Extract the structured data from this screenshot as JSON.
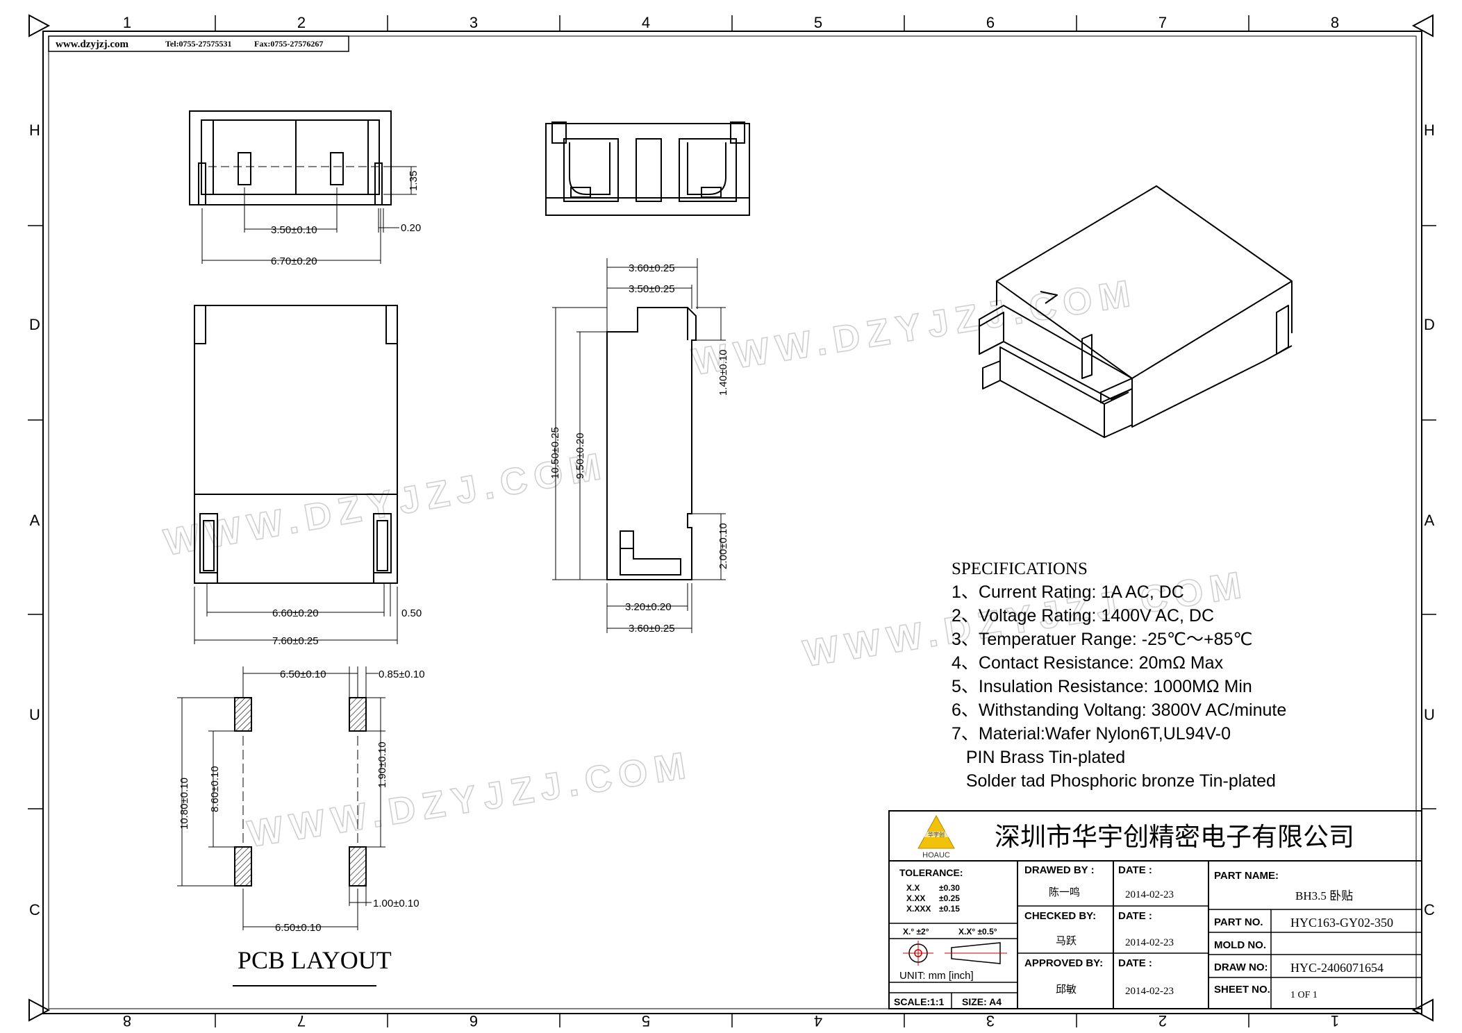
{
  "header": {
    "website": "www.dzyjzj.com",
    "tel": "Tel:0755-27575531",
    "fax": "Fax:0755-27576267"
  },
  "grid": {
    "top_cols": [
      "1",
      "2",
      "3",
      "4",
      "5",
      "6",
      "7",
      "8"
    ],
    "bottom_cols": [
      "8",
      "7",
      "6",
      "5",
      "4",
      "3",
      "2",
      "1"
    ],
    "left_rows": [
      "H",
      "D",
      "A",
      "U",
      "C"
    ],
    "right_rows": [
      "H",
      "D",
      "A",
      "U",
      "C"
    ]
  },
  "watermark": "WWW.DZYJZJ.COM",
  "dimensions": {
    "top_view": [
      "3.50±0.10",
      "0.20",
      "6.70±0.20",
      "1.35"
    ],
    "side_view": [
      "3.60±0.25",
      "3.50±0.25",
      "1.40±0.10",
      "10.50±0.25",
      "9.50±0.20",
      "2.00±0.10",
      "3.20±0.20",
      "3.60±0.25"
    ],
    "bottom_view": [
      "6.60±0.20",
      "0.50",
      "7.60±0.25"
    ],
    "pcb": [
      "6.50±0.10",
      "0.85±0.10",
      "10.80±0.10",
      "8.60±0.10",
      "1.90±0.10",
      "1.00±0.10",
      "6.50±0.10"
    ]
  },
  "pcb_layout_title": "PCB LAYOUT",
  "specs": {
    "title": "SPECIFICATIONS",
    "lines": [
      "1、Current Rating: 1A AC, DC",
      "2、Voltage Rating: 1400V AC, DC",
      "3、Temperatuer Range: -25℃～+85℃",
      "4、Contact Resistance: 20mΩ Max",
      "5、Insulation Resistance: 1000MΩ Min",
      "6、Withstanding Voltang: 3800V AC/minute",
      "7、Material:Wafer Nylon6T,UL94V-0",
      "   PIN Brass Tin-plated",
      "   Solder tad Phosphoric bronze Tin-plated"
    ]
  },
  "title_block": {
    "company": "深圳市华宇创精密电子有限公司",
    "logo_text": "HOAUC",
    "logo_mark": "华宇创",
    "tolerance_label": "TOLERANCE:",
    "tolerances": [
      {
        "k": "X.X",
        "v": "±0.30"
      },
      {
        "k": "X.XX",
        "v": "±0.25"
      },
      {
        "k": "X.XXX",
        "v": "±0.15"
      }
    ],
    "angle_tol": [
      "X.° ±2°",
      "X.X° ±0.5°"
    ],
    "unit": "UNIT:  mm  [inch]",
    "scale": "SCALE:1:1",
    "size": "SIZE: A4",
    "drawn_by_label": "DRAWED BY :",
    "drawn_by": "陈一鸣",
    "checked_by_label": "CHECKED BY:",
    "checked_by": "马跃",
    "approved_by_label": "APPROVED BY:",
    "approved_by": "邱敏",
    "date_label": "DATE :",
    "date1": "2014-02-23",
    "date2": "2014-02-23",
    "date3": "2014-02-23",
    "part_name_label": "PART NAME:",
    "part_name": "BH3.5 卧贴",
    "part_no_label": "PART NO.",
    "part_no": "HYC163-GY02-350",
    "mold_no_label": "MOLD NO.",
    "mold_no": "",
    "draw_no_label": "DRAW NO:",
    "draw_no": "HYC-2406071654",
    "sheet_no_label": "SHEET NO.",
    "sheet_no": "1 OF 1"
  }
}
